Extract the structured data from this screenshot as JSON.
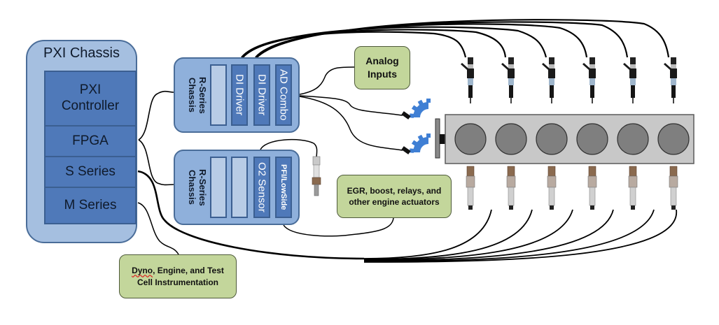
{
  "diagram": {
    "pxi_chassis": {
      "title": "PXI Chassis",
      "modules": [
        {
          "label": "PXI\nController"
        },
        {
          "label": "FPGA"
        },
        {
          "label": "S Series"
        },
        {
          "label": "M Series"
        }
      ]
    },
    "rseries_top": {
      "label": "R-Series\nChassis",
      "slots": [
        {
          "label": ""
        },
        {
          "label": "DI Driver"
        },
        {
          "label": "DI Driver"
        },
        {
          "label": "AD Combo"
        }
      ]
    },
    "rseries_bottom": {
      "label": "R-Series\nChassis",
      "slots": [
        {
          "label": ""
        },
        {
          "label": ""
        },
        {
          "label": "O2 Sensor"
        },
        {
          "label": "PFI/LowSide"
        }
      ]
    },
    "callouts": {
      "analog_inputs": "Analog\nInputs",
      "actuators_line1": "EGR, boost, relays, and",
      "actuators_line2": "other engine actuators",
      "dyno_word": "Dyno",
      "dyno_rest": ", Engine, and Test",
      "dyno_line2": "Cell Instrumentation"
    },
    "engine": {
      "cylinders": 6,
      "injectors": 6,
      "plug_sensors": 6,
      "trigger_wheels": 2
    },
    "colors": {
      "chassis_light": "#a5bfe0",
      "module_dark": "#4f79b9",
      "border_blue": "#3b5f91",
      "callout_green": "#c3d69b",
      "engine_block": "#c8c8c8",
      "cylinder": "#7f7f7f",
      "trigger_wheel": "#3f7fd4"
    }
  }
}
